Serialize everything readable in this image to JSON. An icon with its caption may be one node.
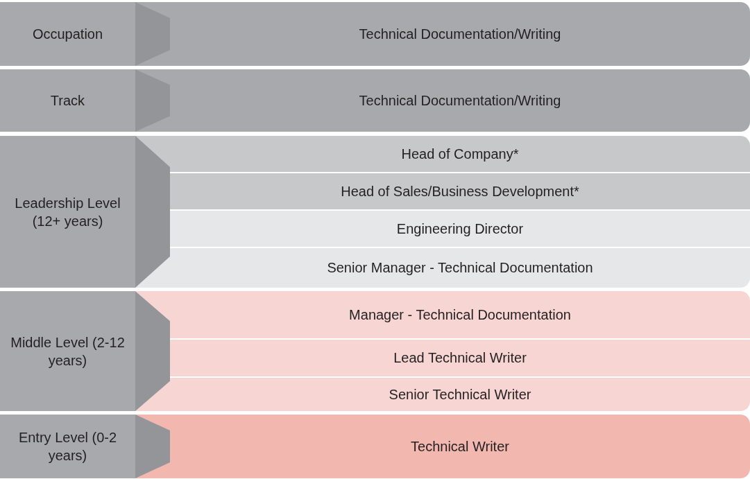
{
  "diagram": {
    "nodes": [
      {
        "text": [
          "Occupation"
        ]
      },
      {
        "text": [
          "Technical Documentation/Writing"
        ]
      },
      {
        "text": [
          "Track"
        ]
      },
      {
        "text": [
          "Technical Documentation/Writing"
        ]
      },
      {
        "text": [
          "Leadership Level (12+ years)"
        ]
      },
      {
        "text": [
          "Head of Company*"
        ]
      },
      {
        "text": [
          "Head of Sales/Business Development*"
        ]
      },
      {
        "text": [
          "Engineering Director"
        ]
      },
      {
        "text": [
          "Senior Manager - Technical Documentation"
        ]
      },
      {
        "text": [
          "Middle Level (2-12 years)"
        ]
      },
      {
        "text": [
          "Manager - Technical Documentation"
        ]
      },
      {
        "text": [
          "Lead Technical Writer"
        ]
      },
      {
        "text": [
          "Senior Technical Writer"
        ]
      },
      {
        "text": [
          "Entry Level (0-2 years)"
        ]
      },
      {
        "text": [
          "Technical Writer"
        ]
      }
    ]
  }
}
